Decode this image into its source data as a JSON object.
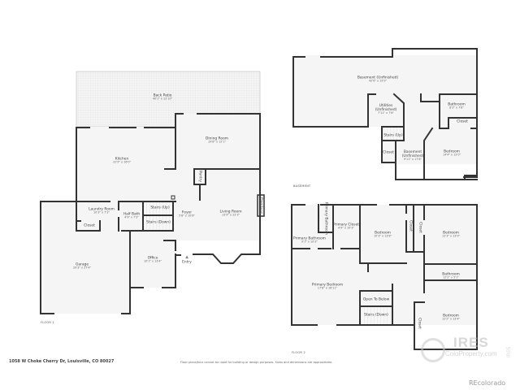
{
  "floor1": {
    "label": "FLOOR 1",
    "rooms": {
      "back_patio": {
        "name": "Back Patio",
        "dims": "40'1\" x 12'10\""
      },
      "kitchen": {
        "name": "Kitchen",
        "dims": "22'9\" x 16'0\""
      },
      "dining_room": {
        "name": "Dining Room",
        "dims": "19'8\" x 12'1\""
      },
      "laundry_room": {
        "name": "Laundry Room",
        "dims": "10'3\" x 7'3\""
      },
      "closet": {
        "name": "Closet"
      },
      "half_bath": {
        "name": "Half Bath",
        "dims": "4'9\" x 7'3\""
      },
      "stairs_up": {
        "name": "Stairs (Up)"
      },
      "stairs_down": {
        "name": "Stairs (Down)"
      },
      "pantry": {
        "name": "Pantry"
      },
      "foyer": {
        "name": "Foyer",
        "dims": "5'8\" x 10'6\""
      },
      "living_room": {
        "name": "Living Room",
        "dims": "13'9\" x 22'3\""
      },
      "fireplace": {
        "name": "Fireplace"
      },
      "garage": {
        "name": "Garage",
        "dims": "20'3\" x 27'4\""
      },
      "office": {
        "name": "Office",
        "dims": "10'1\" x 13'4\""
      },
      "entry": {
        "name": "Entry"
      }
    }
  },
  "basement": {
    "label": "BASEMENT",
    "rooms": {
      "basement_main": {
        "name": "Basement (Unfinished)",
        "dims": "42'6\" x 19'9\""
      },
      "utilities": {
        "name": "Utilities",
        "name2": "(Unfinished)",
        "dims": "7'11\" x 7'6\""
      },
      "bathroom": {
        "name": "Bathroom",
        "dims": "8'3\" x 7'8\""
      },
      "closet_right": {
        "name": "Closet"
      },
      "stairs_up": {
        "name": "Stairs (Up)"
      },
      "closet_left": {
        "name": "Closet"
      },
      "basement_small": {
        "name": "Basement",
        "name2": "(Unfinished)",
        "dims": "9'11\" x 17'8\""
      },
      "bedroom": {
        "name": "Bedroom",
        "dims": "14'4\" x 12'0\""
      }
    }
  },
  "floor2": {
    "label": "FLOOR 2",
    "rooms": {
      "primary_bathroom_small": {
        "name": "Primary Bathroom"
      },
      "primary_closet": {
        "name": "Primary Closet",
        "dims": "4'9\" x 10'3\""
      },
      "primary_bathroom": {
        "name": "Primary Bathroom",
        "dims": "9'1\" x 10'3\""
      },
      "bedroom_center": {
        "name": "Bedroom",
        "dims": "10'3\" x 13'8\""
      },
      "closet_a": {
        "name": "Closet"
      },
      "closet_b": {
        "name": "Closet"
      },
      "bedroom_right": {
        "name": "Bedroom",
        "dims": "12'3\" x 13'9\""
      },
      "bathroom": {
        "name": "Bathroom",
        "dims": "12'2\" x 5'1\""
      },
      "primary_bedroom": {
        "name": "Primary Bedroom",
        "dims": "17'8\" x 16'11\""
      },
      "open_to_below": {
        "name": "Open To Below"
      },
      "stairs_down": {
        "name": "Stairs (Down)"
      },
      "closet_c": {
        "name": "Closet"
      },
      "bedroom_bottom": {
        "name": "Bedroom",
        "dims": "12'2\" x 13'4\""
      }
    }
  },
  "footer": {
    "address": "1058 W Choke Cherry Dr, Louisville, CO 80027",
    "disclaimer": "Floor plans/tour cannot be used for building or design purposes. Sizes and dimensions are approximate.",
    "watermark_main": "IRES",
    "watermark_site": "ColoProperty.com",
    "brand": "REcolorado"
  }
}
